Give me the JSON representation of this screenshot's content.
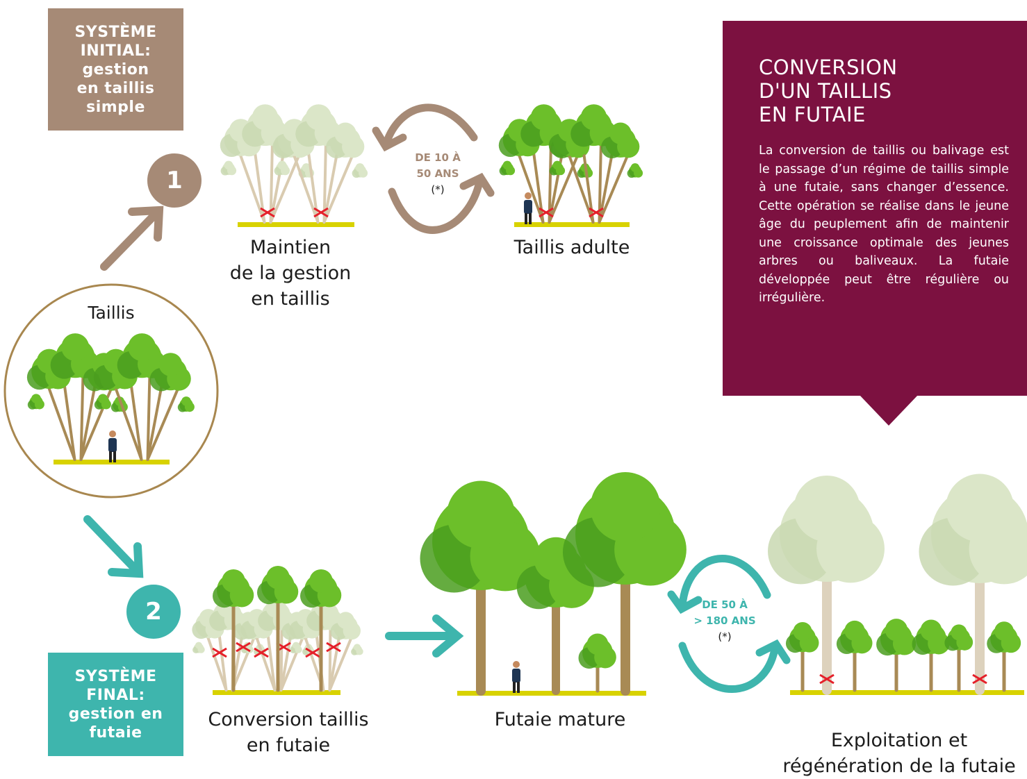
{
  "initial_system": {
    "lines": [
      "SYSTÈME",
      "INITIAL:",
      "gestion",
      "en taillis",
      "simple"
    ],
    "color": "#a68a76"
  },
  "final_system": {
    "lines": [
      "SYSTÈME",
      "FINAL:",
      "gestion en",
      "futaie"
    ],
    "color": "#3eb5ad"
  },
  "step1": {
    "number": "1",
    "color": "#a68a76"
  },
  "step2": {
    "number": "2",
    "color": "#3eb5ad"
  },
  "taillis": {
    "label": "Taillis"
  },
  "maintien": {
    "lines": [
      "Maintien",
      "de la gestion",
      "en taillis"
    ]
  },
  "taillis_adulte": {
    "label": "Taillis adulte"
  },
  "cycle1": {
    "line1": "DE 10 À",
    "line2": "50 ANS",
    "note": "(*)",
    "color": "#a68a76"
  },
  "conversion": {
    "lines": [
      "Conversion taillis",
      "en futaie"
    ]
  },
  "futaie_mature": {
    "label": "Futaie mature"
  },
  "cycle2": {
    "line1": "DE 50 À",
    "line2": "> 180 ANS",
    "note": "(*)",
    "color": "#3eb5ad"
  },
  "exploitation": {
    "lines": [
      "Exploitation et",
      "régénération de la futaie"
    ]
  },
  "info": {
    "title_lines": [
      "CONVERSION",
      "D'UN TAILLIS",
      "EN FUTAIE"
    ],
    "text": "La conversion de taillis ou balivage est le passage d’un régime de taillis simple à une futaie, sans changer d’essence. Cette opération se réalise dans le jeune âge du peuplement afin de maintenir une croissance optimale des jeunes arbres ou baliveaux. La futaie développée peut être régulière ou irrégulière.",
    "color": "#7c1140"
  },
  "colors": {
    "foliage_light": "#6cbf2a",
    "foliage_dark": "#4a9e1e",
    "faded": "#dbe6c8",
    "trunk": "#a88a55",
    "ground": "#d8d200",
    "cut_mark": "#e5202a"
  }
}
